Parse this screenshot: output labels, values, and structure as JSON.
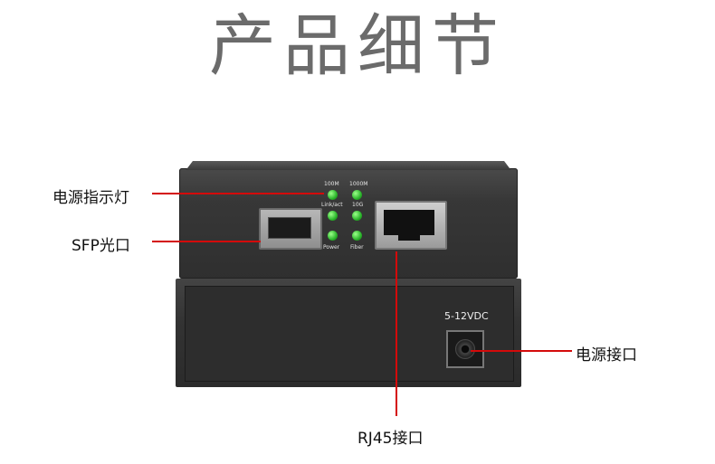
{
  "title": "产品细节",
  "labels": {
    "power_indicator": "电源指示灯",
    "sfp_port": "SFP光口",
    "power_port": "电源接口",
    "rj45_port": "RJ45接口"
  },
  "panel": {
    "led_100m": "100M",
    "led_1000m": "1000M",
    "led_link": "Link/act",
    "led_10g": "10G",
    "led_power": "Power",
    "led_fiber": "Fiber",
    "voltage": "5-12VDC"
  },
  "colors": {
    "callout_line": "#d40a0a",
    "title": "#6b6b6b"
  }
}
